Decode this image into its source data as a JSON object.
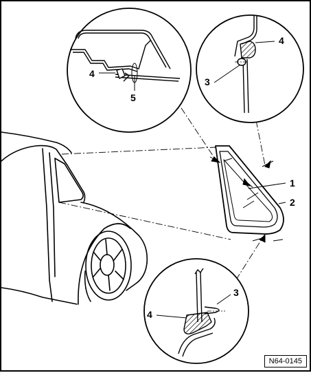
{
  "reference_code": "N64-0145",
  "callouts": {
    "c1": "1",
    "c2": "2",
    "c3": "3",
    "c4": "4",
    "c5": "5"
  },
  "icons": {
    "detail_circle": "magnified-section-icon",
    "pointer_arrow": "pointer-arrow-icon"
  },
  "colors": {
    "line": "#000000",
    "background": "#ffffff"
  }
}
